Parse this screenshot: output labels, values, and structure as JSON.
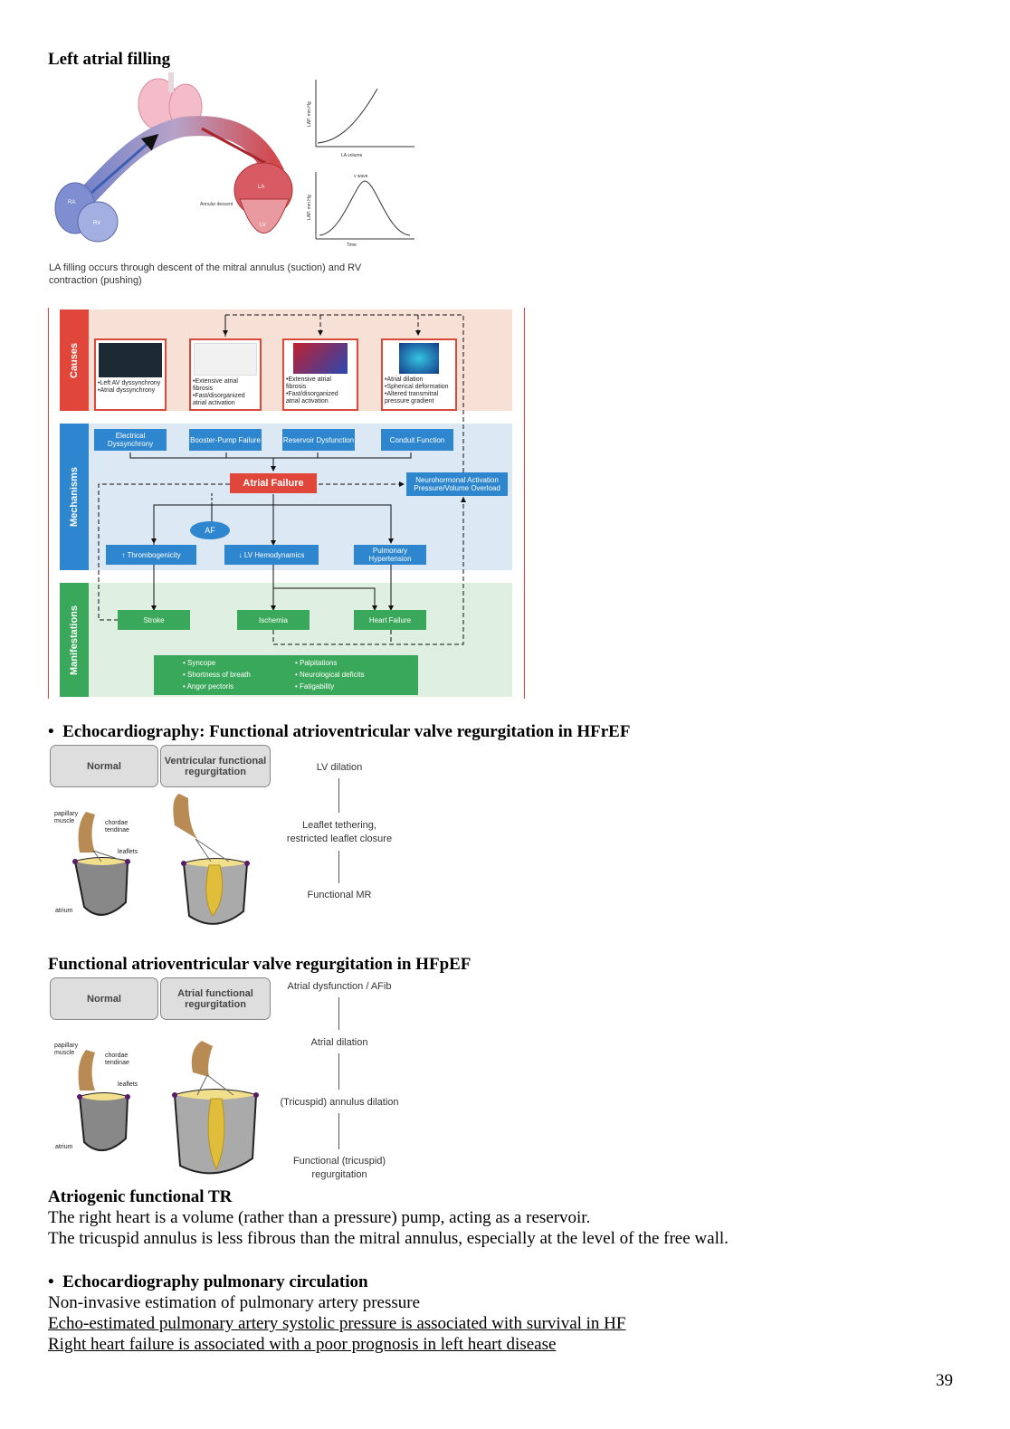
{
  "la_filling": {
    "title": "Left atrial filling",
    "label_ra": "RA",
    "label_rv": "RV",
    "label_la": "LA",
    "label_lv": "LV",
    "label_annular": "Annular descent",
    "graph1_ylabel": "LAP, mm Hg",
    "graph1_xlabel": "LA volume",
    "graph2_ylabel": "LAP, mm Hg",
    "graph2_xlabel": "Time",
    "graph2_peak": "v wave",
    "caption": "LA filling occurs through descent of the mitral annulus (suction) and RV contraction (pushing)"
  },
  "atrial_failure": {
    "band_causes": "Causes",
    "band_mechanisms": "Mechanisms",
    "band_manifestations": "Manifestations",
    "causes": [
      {
        "lines": [
          "•Left AV dyssynchrony",
          "•Atrial dyssynchrony"
        ]
      },
      {
        "lines": [
          "•Extensive atrial",
          "fibrosis",
          "•Fast/disorganized",
          "atrial activation"
        ]
      },
      {
        "lines": [
          "•Extensive atrial",
          "fibrosis",
          "•Fast/disorganized",
          "atrial activation"
        ]
      },
      {
        "lines": [
          "•Atrial dilation",
          "•Spherical deformation",
          "•Altered transmitral",
          "pressure gradient"
        ]
      }
    ],
    "mech": {
      "electrical": "Electrical Dyssynchrony",
      "booster": "Booster-Pump Failure",
      "reservoir": "Reservoir Dysfunction",
      "conduit": "Conduit Function",
      "atrial_failure": "Atrial Failure",
      "neuro": "Neurohormonal Activation Pressure/Volume Overload",
      "af": "AF",
      "thrombo": "↑ Thrombogenicity",
      "lvhemo": "↓ LV Hemodynamics",
      "pulm": "Pulmonary Hypertension"
    },
    "manif": {
      "stroke": "Stroke",
      "ischemia": "Ischemia",
      "hf": "Heart Failure",
      "symptoms_left": [
        "• Syncope",
        "• Shortness of breath",
        "• Angor pectoris"
      ],
      "symptoms_right": [
        "• Palpitations",
        "• Neurological deficits",
        "• Fatigability"
      ]
    }
  },
  "echo_hfref": {
    "heading_bullet": "•",
    "heading": "Echocardiography: Functional atrioventricular valve regurgitation in HFrEF",
    "box_normal": "Normal",
    "box_ventricular": "Ventricular functional regurgitation",
    "label_papillary": "papillary muscle",
    "label_chordae": "chordae tendinae",
    "label_leaflets": "leaflets",
    "label_atrium": "atrium",
    "flow": [
      "LV dilation",
      "Leaflet tethering, restricted leaflet closure",
      "Functional MR"
    ]
  },
  "echo_hfpef": {
    "heading": "Functional atrioventricular valve regurgitation in HFpEF",
    "box_normal": "Normal",
    "box_atrial": "Atrial functional regurgitation",
    "label_papillary": "papillary muscle",
    "label_chordae": "chordae tendinae",
    "label_leaflets": "leaflets",
    "label_atrium": "atrium",
    "flow": [
      "Atrial dysfunction / AFib",
      "Atrial dilation",
      "(Tricuspid) annulus dilation",
      "Functional (tricuspid) regurgitation"
    ]
  },
  "atriogenic": {
    "heading": "Atriogenic functional TR",
    "line1": "The right heart is a volume (rather than a pressure) pump, acting as a reservoir.",
    "line2": "The tricuspid annulus is less fibrous than the mitral annulus, especially at the level of the free wall."
  },
  "pulmonary": {
    "heading_bullet": "•",
    "heading": "Echocardiography pulmonary circulation",
    "line1": "Non-invasive estimation of pulmonary artery pressure",
    "line2": "Echo-estimated pulmonary artery systolic pressure is associated with survival in HF",
    "line3": "Right heart failure is associated with a poor prognosis in left heart disease"
  },
  "page_number": "39",
  "colors": {
    "causes_band": "#f7e1d6",
    "causes_label": "#e0463a",
    "mech_band": "#dce8f3",
    "mech_label": "#2e86cf",
    "manif_band": "#dff0e2",
    "manif_label": "#3aa85a",
    "atrial_failure": "#e0463a"
  }
}
